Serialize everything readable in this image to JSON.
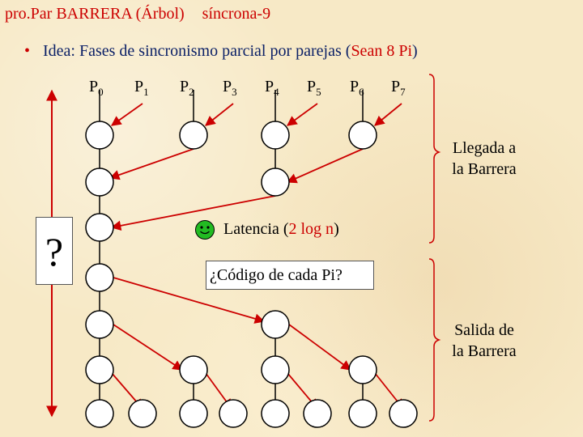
{
  "title": {
    "main": "pro.Par BARRERA (Árbol)",
    "sub": "síncrona-9"
  },
  "bullet": {
    "prefix": "Idea: Fases de sincronismo parcial por parejas (",
    "highlight": "Sean 8 Pi",
    "suffix": ")"
  },
  "processes": [
    {
      "name": "P",
      "sub": "0"
    },
    {
      "name": "P",
      "sub": "1"
    },
    {
      "name": "P",
      "sub": "2"
    },
    {
      "name": "P",
      "sub": "3"
    },
    {
      "name": "P",
      "sub": "4"
    },
    {
      "name": "P",
      "sub": "5"
    },
    {
      "name": "P",
      "sub": "6"
    },
    {
      "name": "P",
      "sub": "7"
    }
  ],
  "question_mark": "?",
  "latency": {
    "prefix": "Latencia (",
    "value": "2 log n",
    "suffix": ")"
  },
  "code_question": "¿Código de cada Pi?",
  "arrival": {
    "line1": "Llegada a",
    "line2": "la Barrera"
  },
  "exit": {
    "line1": "Salida de",
    "line2": "la Barrera"
  },
  "colors": {
    "accent": "#cc0000",
    "text_blue": "#0a1f66",
    "background": "#f7e9c6",
    "smiley": "#22bb22"
  },
  "icons": {
    "smiley": "smiley-face-icon"
  }
}
